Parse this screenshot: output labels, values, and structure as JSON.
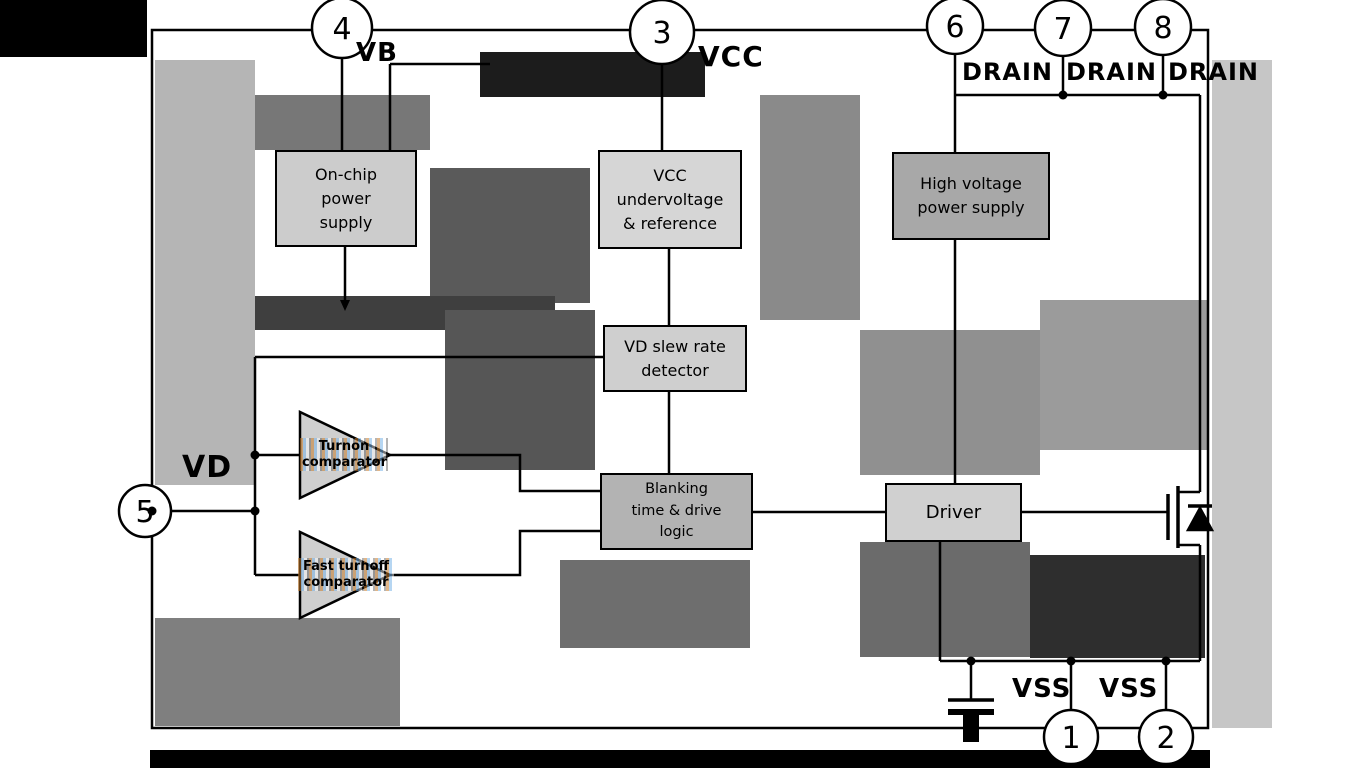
{
  "colors": {
    "line": "#000000",
    "background": "#ffffff",
    "artifact_grays": [
      "#c4c4c4",
      "#8f8f8f",
      "#4a4a4a",
      "#000000"
    ],
    "triangle_stripe_orange": "#c77b2a",
    "triangle_stripe_blue": "#7ab4e8"
  },
  "pins": [
    {
      "number": "4",
      "label": "VB",
      "position": "top-left"
    },
    {
      "number": "3",
      "label": "VCC",
      "position": "top-center"
    },
    {
      "number": "6",
      "label": "DRAIN",
      "position": "top-right"
    },
    {
      "number": "7",
      "label": "DRAIN",
      "position": "top-right"
    },
    {
      "number": "8",
      "label": "DRAIN",
      "position": "top-right"
    },
    {
      "number": "5",
      "label": "VD",
      "position": "left"
    },
    {
      "number": "1",
      "label": "VSS",
      "position": "bottom-right"
    },
    {
      "number": "2",
      "label": "VSS",
      "position": "bottom-right"
    }
  ],
  "blocks": {
    "onchip_supply": {
      "lines": [
        "On-chip",
        "power",
        "supply"
      ]
    },
    "vcc_uvlo": {
      "lines": [
        "VCC",
        "undervoltage",
        "& reference"
      ]
    },
    "hv_supply": {
      "lines": [
        "High voltage",
        "power supply"
      ]
    },
    "slew_detector": {
      "lines": [
        "VD slew rate",
        "detector"
      ]
    },
    "logic": {
      "lines": [
        "Blanking",
        "time & drive",
        "logic"
      ]
    },
    "driver": {
      "lines": [
        "Driver"
      ]
    },
    "turnon_comparator": {
      "lines": [
        "Turnon",
        "comparator"
      ]
    },
    "fast_turnoff_comparator": {
      "lines": [
        "Fast turnoff",
        "comparator"
      ]
    }
  },
  "components": {
    "mosfet": "power MOSFET with body diode",
    "capacitor": "capacitor",
    "chip_outline": "IC boundary"
  }
}
